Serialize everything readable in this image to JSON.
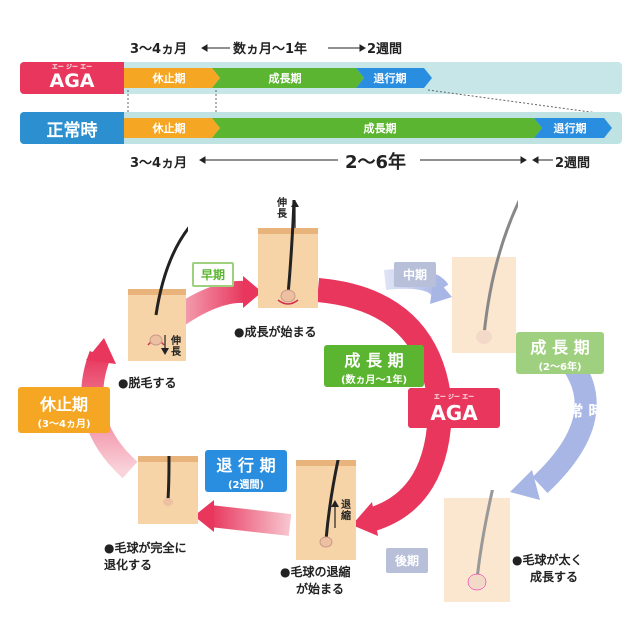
{
  "timeline": {
    "aga": {
      "badge_ruby": "エー ジー エー",
      "badge": "AGA",
      "top_labels": [
        "3～4ヵ月",
        "数ヵ月～1年",
        "2週間"
      ],
      "phases": [
        "休止期",
        "成長期",
        "退行期"
      ]
    },
    "normal": {
      "badge": "正常時",
      "bottom_labels": [
        "3～4ヵ月",
        "2～6年",
        "2週間"
      ],
      "phases": [
        "休止期",
        "成長期",
        "退行期"
      ]
    }
  },
  "cycle": {
    "resting": {
      "title": "休止期",
      "sub": "(3～4ヵ月)"
    },
    "growth": {
      "title": "成 長 期",
      "sub": "(数ヵ月～1年)"
    },
    "regression": {
      "title": "退 行 期",
      "sub": "(2週間)"
    },
    "normal_growth": {
      "title": "成 長 期",
      "sub": "(2～6年)"
    },
    "aga_ruby": "エー ジー エー",
    "aga": "AGA",
    "normal": "正 常 時",
    "tag_early": "早期",
    "tag_mid": "中期",
    "tag_late": "後期",
    "captions": {
      "shed": "●脱毛する",
      "growth_start": "●成長が始まる",
      "bulb_shrink": [
        "●毛球の退縮",
        "が始まる"
      ],
      "complete": [
        "●毛球が完全に",
        "退化する"
      ],
      "thick": [
        "●毛球が太く",
        "成長する"
      ]
    },
    "vertical": {
      "grow1": "伸長",
      "grow2": "伸長",
      "shrink": "退縮"
    }
  },
  "colors": {
    "aga_red": "#e8365d",
    "normal_blue": "#2c8fd0",
    "rest_orange": "#f5a623",
    "growth_green": "#5cb531",
    "regress_blue": "#2a8ee0",
    "track_teal": "#bfe3e3",
    "normal_lavender": "#a8b6e6",
    "skin": "#f6d4a8"
  }
}
